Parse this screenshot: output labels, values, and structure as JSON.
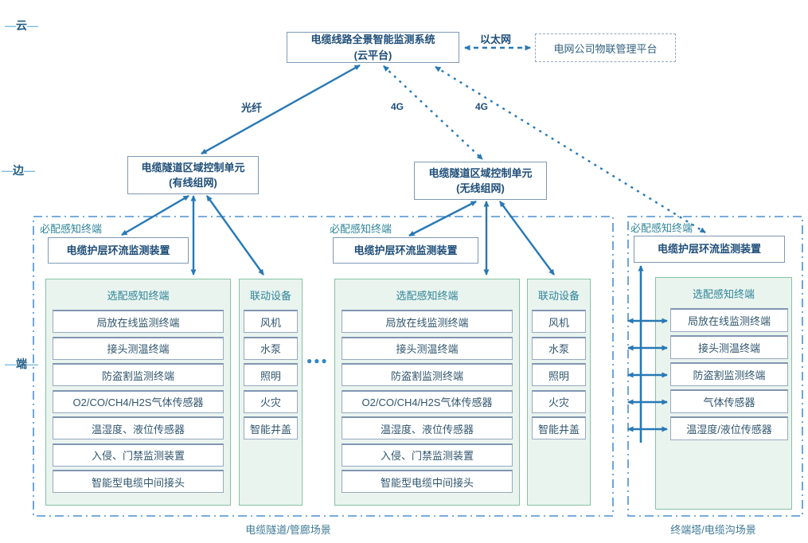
{
  "tiers": {
    "dash": "—",
    "cloud": "云",
    "edge": "边",
    "end": "端"
  },
  "cloud_box": {
    "line1": "电缆线路全景智能监测系统",
    "line2": "(云平台)"
  },
  "platform_box": {
    "label": "电网公司物联管理平台"
  },
  "links": {
    "ethernet": "以太网",
    "fiber": "光纤",
    "g4_left": "4G",
    "g4_right": "4G"
  },
  "units": [
    {
      "line1": "电缆隧道区域控制单元",
      "line2": "(有线组网)"
    },
    {
      "line1": "电缆隧道区域控制单元",
      "line2": "(无线组网)"
    }
  ],
  "groups": [
    {
      "required_label": "必配感知终端",
      "required_device": "电缆护层环流监测装置",
      "optional": {
        "header": "选配感知终端",
        "items": [
          "局放在线监测终端",
          "接头测温终端",
          "防盗割监测终端",
          "O2/CO/CH4/H2S气体传感器",
          "温湿度、液位传感器",
          "入侵、门禁监测装置",
          "智能型电缆中间接头"
        ]
      },
      "linkage": {
        "header": "联动设备",
        "items": [
          "风机",
          "水泵",
          "照明",
          "火灾",
          "智能井盖"
        ]
      }
    },
    {
      "required_label": "必配感知终端",
      "required_device": "电缆护层环流监测装置",
      "optional": {
        "header": "选配感知终端",
        "items": [
          "局放在线监测终端",
          "接头测温终端",
          "防盗割监测终端",
          "O2/CO/CH4/H2S气体传感器",
          "温湿度、液位传感器",
          "入侵、门禁监测装置",
          "智能型电缆中间接头"
        ]
      },
      "linkage": {
        "header": "联动设备",
        "items": [
          "风机",
          "水泵",
          "照明",
          "火灾",
          "智能井盖"
        ]
      }
    },
    {
      "required_label": "必配感知终端",
      "required_device": "电缆护层环流监测装置",
      "optional": {
        "header": "选配感知终端",
        "items": [
          "局放在线监测终端",
          "接头测温终端",
          "防盗割监测终端",
          "气体传感器",
          "温湿度/液位传感器"
        ]
      }
    }
  ],
  "ellipsis": "●●●",
  "captions": {
    "tunnel": "电缆隧道/管廊场景",
    "tower": "终端塔/电缆沟场景"
  },
  "colors": {
    "arrow_blue": "#2778B5",
    "container_dash_blue": "#4A90D0",
    "panel_green_bg": "#EAF4EF",
    "panel_green_border": "#85C2A3",
    "box_text_navy": "#1F4E79",
    "teal_label": "#2E8498",
    "row_text": "#31566E"
  }
}
